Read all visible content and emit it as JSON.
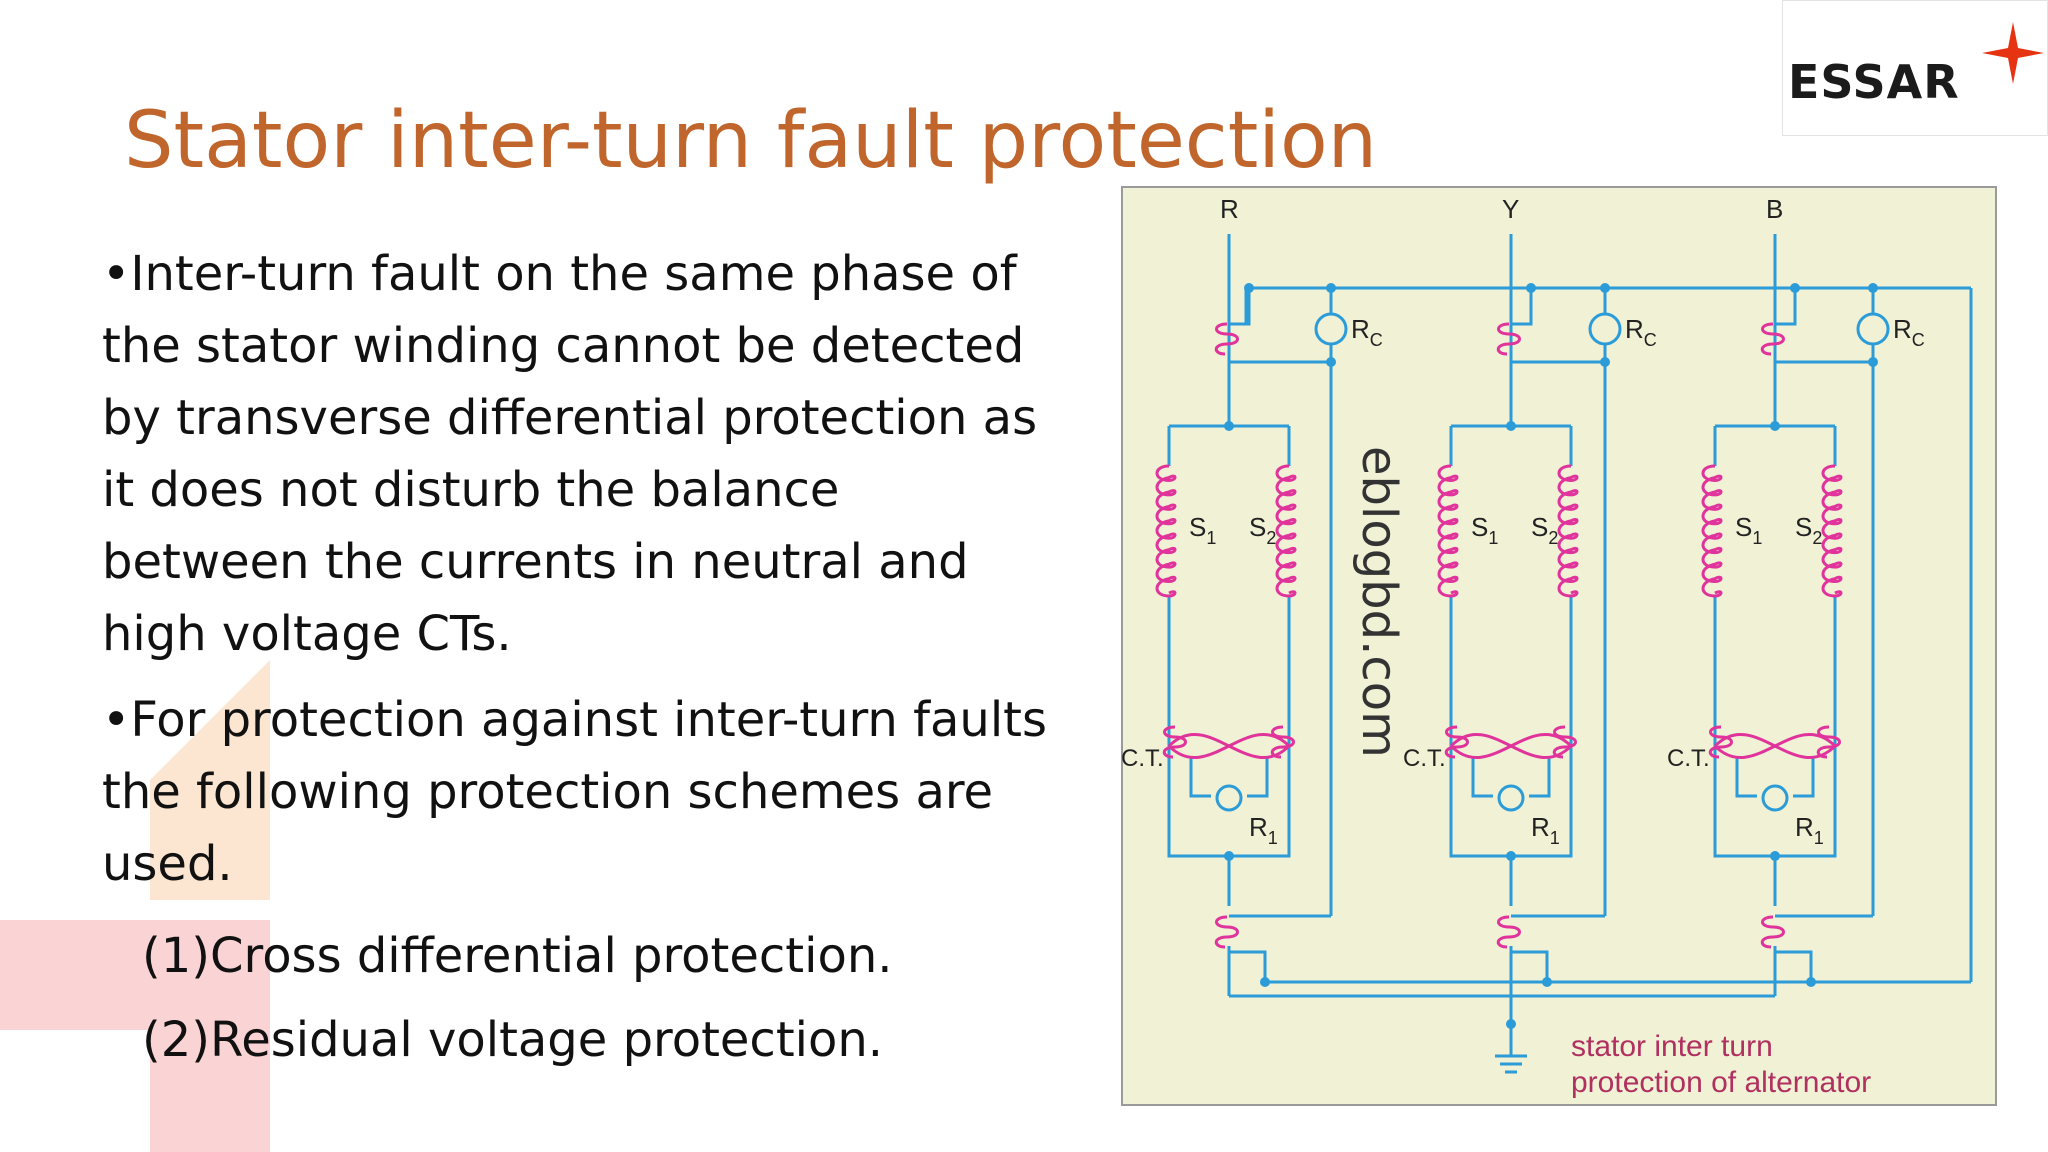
{
  "slide": {
    "title": "Stator inter-turn fault protection",
    "logo_text": "ESSAR",
    "bullets": [
      "•Inter-turn fault on the same phase of the stator winding cannot be detected by transverse differential protection as it does not disturb the balance between the currents in neutral and high voltage CTs.",
      "•For protection against inter-turn faults the following protection schemes are used."
    ],
    "sub_items": [
      "(1)Cross differential protection.",
      "(2)Residual voltage protection."
    ]
  },
  "diagram": {
    "phases": [
      "R",
      "Y",
      "B"
    ],
    "relay_label": "R",
    "relay_sub": "C",
    "coil_s1": "S",
    "coil_s1_sub": "1",
    "coil_s2": "S",
    "coil_s2_sub": "2",
    "ct_label": "C.T.",
    "r1_label": "R",
    "r1_sub": "1",
    "watermark": "eblogbd.com",
    "caption_line1": "stator inter turn",
    "caption_line2": "protection of alternator"
  },
  "colors": {
    "title": "#c0652b",
    "diagram_bg": "#f1f1d6",
    "wire": "#2b9cd8",
    "coil": "#e0339b"
  }
}
